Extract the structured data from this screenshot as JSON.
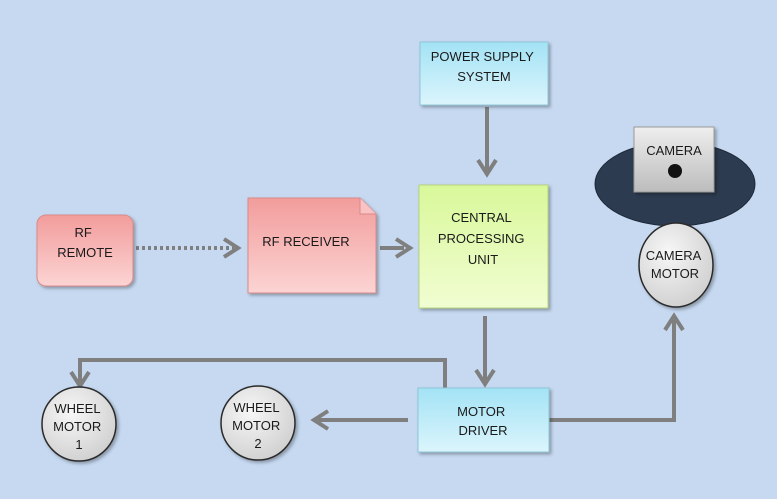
{
  "nodes": {
    "power_supply": [
      "POWER SUPPLY",
      "SYSTEM"
    ],
    "rf_remote": [
      "RF",
      "REMOTE"
    ],
    "rf_receiver": [
      "RF RECEIVER"
    ],
    "cpu": [
      "CENTRAL",
      "PROCESSING",
      "UNIT"
    ],
    "camera": [
      "CAMERA"
    ],
    "camera_motor": [
      "CAMERA",
      "MOTOR"
    ],
    "motor_driver": [
      "MOTOR",
      "DRIVER"
    ],
    "wheel_motor_1": [
      "WHEEL",
      "MOTOR",
      "1"
    ],
    "wheel_motor_2": [
      "WHEEL",
      "MOTOR",
      "2"
    ]
  },
  "colors": {
    "background": "#c6d9f1",
    "blue_box": "#b7e9f7",
    "red_box": "#f4a9a8",
    "green_box": "#e4fbb0",
    "grey_node": "#e0e0e0",
    "camera_base": "#2c3b50",
    "connector": "#7f7f7f"
  }
}
